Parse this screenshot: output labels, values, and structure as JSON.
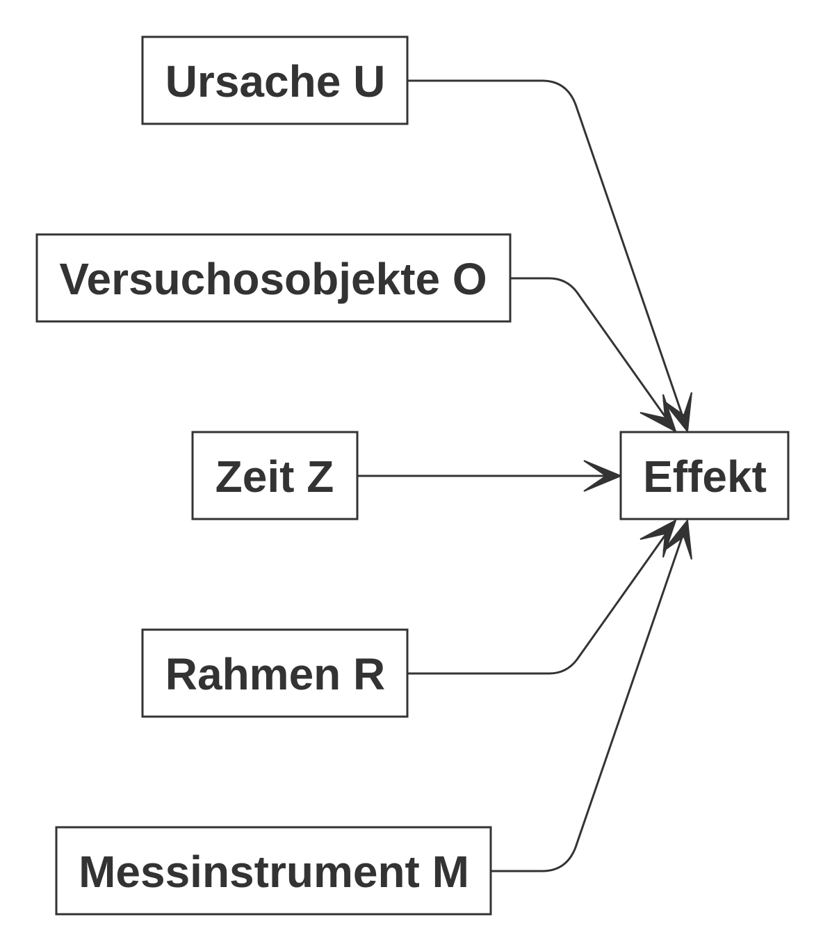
{
  "diagram": {
    "nodes": {
      "ursache": {
        "label": "Ursache U"
      },
      "versuchsobjekte": {
        "label": "Versuchosobjekte O"
      },
      "zeit": {
        "label": "Zeit Z"
      },
      "rahmen": {
        "label": "Rahmen R"
      },
      "messinstrument": {
        "label": "Messinstrument M"
      },
      "effekt": {
        "label": "Effekt"
      }
    },
    "edges": [
      {
        "from": "ursache",
        "to": "effekt"
      },
      {
        "from": "versuchsobjekte",
        "to": "effekt"
      },
      {
        "from": "zeit",
        "to": "effekt"
      },
      {
        "from": "rahmen",
        "to": "effekt"
      },
      {
        "from": "messinstrument",
        "to": "effekt"
      }
    ],
    "colors": {
      "stroke": "#333333",
      "text": "#333333",
      "background": "#ffffff"
    }
  }
}
